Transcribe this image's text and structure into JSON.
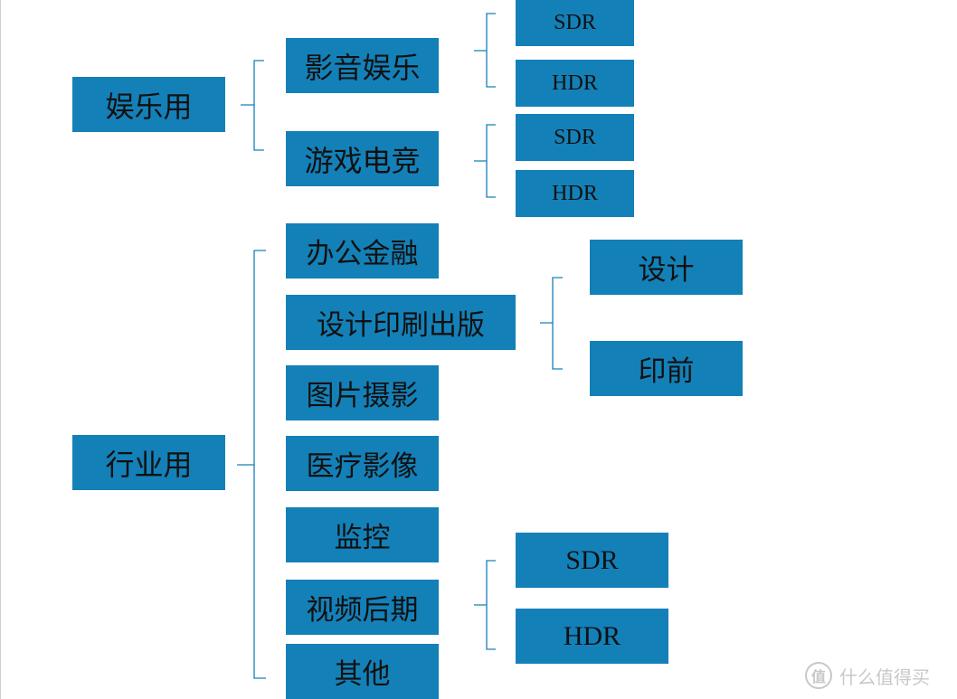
{
  "diagram": {
    "colors": {
      "node_fill": "#1480b8",
      "node_text": "#111111",
      "bracket_line": "#1480b8"
    },
    "level1": {
      "entertainment": "娱乐用",
      "industry": "行业用"
    },
    "entertainment": {
      "av": "影音娱乐",
      "gaming": "游戏电竞",
      "av_children": [
        "SDR",
        "HDR"
      ],
      "gaming_children": [
        "SDR",
        "HDR"
      ]
    },
    "industry": {
      "office": "办公金融",
      "design_print": "设计印刷出版",
      "photo": "图片摄影",
      "medical": "医疗影像",
      "monitor": "监控",
      "video": "视频后期",
      "other": "其他",
      "design_children": [
        "设计",
        "印前"
      ],
      "video_children": [
        "SDR",
        "HDR"
      ]
    }
  },
  "watermark": {
    "logo_glyph": "值",
    "text": "什么值得买"
  }
}
